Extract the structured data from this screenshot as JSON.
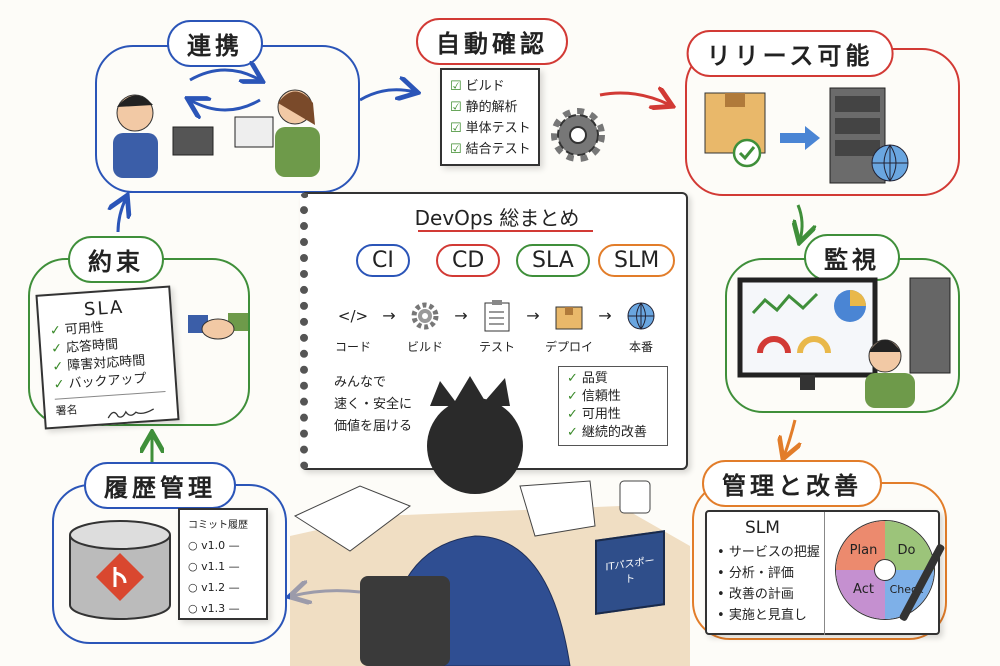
{
  "sections": {
    "collab": {
      "label": "連携",
      "color": "#2b55b8"
    },
    "auto_check": {
      "label": "自動確認",
      "color": "#d23a35",
      "items": [
        "ビルド",
        "静的解析",
        "単体テスト",
        "結合テスト"
      ]
    },
    "release": {
      "label": "リリース可能",
      "color": "#d23a35"
    },
    "monitor": {
      "label": "監視",
      "color": "#3f8f3a"
    },
    "improve": {
      "label": "管理と改善",
      "color": "#e27d2a",
      "book_title": "SLM",
      "items": [
        "サービスの把握",
        "分析・評価",
        "改善の計画",
        "実施と見直し"
      ],
      "pdca": [
        "Plan",
        "Do",
        "Act",
        "Check"
      ]
    },
    "history": {
      "label": "履歴管理",
      "color": "#2b55b8",
      "doc_title": "コミット履歴",
      "versions": [
        "v1.0",
        "v1.1",
        "v1.2",
        "v1.3"
      ]
    },
    "promise": {
      "label": "約束",
      "color": "#3f8f3a",
      "doc_title": "SLA",
      "items": [
        "可用性",
        "応答時間",
        "障害対応時間",
        "バックアップ"
      ],
      "signature_label": "署名"
    }
  },
  "notebook": {
    "title": "DevOps 総まとめ",
    "tags": [
      {
        "label": "CI",
        "color": "#2b55b8"
      },
      {
        "label": "CD",
        "color": "#d23a35"
      },
      {
        "label": "SLA",
        "color": "#3f8f3a"
      },
      {
        "label": "SLM",
        "color": "#e27d2a"
      }
    ],
    "pipeline": [
      "コード",
      "ビルド",
      "テスト",
      "デプロイ",
      "本番"
    ],
    "motto": [
      "みんなで",
      "速く・安全に",
      "価値を届ける"
    ],
    "checklist": [
      "品質",
      "信頼性",
      "可用性",
      "継続的改善"
    ]
  },
  "desk": {
    "book_title": "ITパスポート"
  }
}
